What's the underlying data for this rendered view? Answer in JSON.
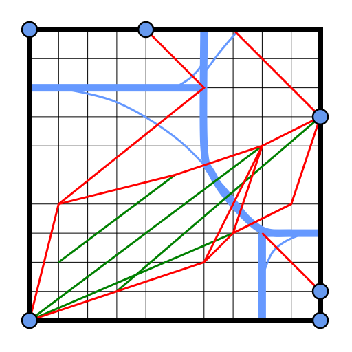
{
  "grid": {
    "divisions": 10
  },
  "colors": {
    "background": "#ffffff",
    "grid_line": "#000000",
    "frame": "#000000",
    "blue": "#6699ff",
    "red": "#ff0000",
    "green": "#008000",
    "node_fill": "#6699ee",
    "node_stroke": "#000000"
  },
  "thick_blue_paths": [
    {
      "name": "horizontal-top-left",
      "points": [
        [
          0,
          8
        ],
        [
          6,
          8
        ]
      ]
    },
    {
      "name": "vertical-center",
      "points": [
        [
          6,
          10
        ],
        [
          6,
          6
        ],
        [
          6.3,
          5
        ],
        [
          7,
          4
        ],
        [
          8,
          3.1
        ],
        [
          9,
          3
        ]
      ]
    },
    {
      "name": "horizontal-right",
      "points": [
        [
          8,
          3
        ],
        [
          10,
          3
        ]
      ]
    },
    {
      "name": "vertical-lower-right",
      "points": [
        [
          8,
          3
        ],
        [
          8,
          0
        ]
      ]
    }
  ],
  "thin_blue_arcs": [
    {
      "name": "arc-left-large",
      "points": [
        [
          1,
          8
        ],
        [
          3,
          7.5
        ],
        [
          5,
          6.3
        ],
        [
          6.5,
          4.8
        ],
        [
          7.5,
          3.6
        ],
        [
          8,
          3
        ]
      ]
    },
    {
      "name": "arc-top-1",
      "points": [
        [
          5,
          8
        ],
        [
          5.6,
          8.4
        ],
        [
          6,
          9
        ],
        [
          6,
          10
        ]
      ]
    },
    {
      "name": "arc-top-2",
      "points": [
        [
          6,
          8.5
        ],
        [
          6.6,
          9.3
        ],
        [
          7.2,
          10
        ]
      ]
    },
    {
      "name": "arc-right",
      "points": [
        [
          8,
          1.5
        ],
        [
          8.4,
          2.4
        ],
        [
          9.2,
          2.9
        ],
        [
          10,
          3
        ]
      ]
    }
  ],
  "red_polylines": [
    {
      "name": "top-edge",
      "points": [
        [
          0,
          10
        ],
        [
          4,
          10
        ],
        [
          6,
          8
        ],
        [
          1,
          4
        ],
        [
          0,
          0
        ]
      ]
    },
    {
      "name": "top-right-diag",
      "points": [
        [
          7,
          10
        ],
        [
          10,
          7
        ]
      ]
    },
    {
      "name": "inner-left-quad",
      "points": [
        [
          1,
          4
        ],
        [
          5,
          5
        ],
        [
          8,
          6
        ],
        [
          6,
          2
        ],
        [
          3,
          1
        ],
        [
          0,
          0
        ]
      ]
    },
    {
      "name": "right-fan",
      "points": [
        [
          10,
          7
        ],
        [
          9,
          4
        ],
        [
          7,
          3
        ],
        [
          6,
          2
        ]
      ]
    },
    {
      "name": "right-fan-2",
      "points": [
        [
          10,
          7
        ],
        [
          8,
          6
        ],
        [
          7,
          3
        ],
        [
          9,
          4
        ]
      ]
    },
    {
      "name": "lower-right-bend",
      "points": [
        [
          8,
          3
        ],
        [
          10,
          1
        ]
      ]
    },
    {
      "name": "bottom-right-stub",
      "points": [
        [
          10,
          1
        ],
        [
          10,
          0
        ]
      ]
    }
  ],
  "green_lines": [
    {
      "name": "green-1",
      "points": [
        [
          1,
          2
        ],
        [
          5,
          5
        ]
      ]
    },
    {
      "name": "green-2",
      "points": [
        [
          0,
          0
        ],
        [
          8,
          6
        ]
      ]
    },
    {
      "name": "green-3",
      "points": [
        [
          3,
          1
        ],
        [
          10,
          7
        ]
      ]
    },
    {
      "name": "green-4",
      "points": [
        [
          0,
          0
        ],
        [
          7,
          3
        ]
      ]
    }
  ],
  "nodes": [
    {
      "name": "node-top-left",
      "pt": [
        0,
        10
      ]
    },
    {
      "name": "node-top-mid",
      "pt": [
        4,
        10
      ]
    },
    {
      "name": "node-right",
      "pt": [
        10,
        7
      ]
    },
    {
      "name": "node-bottom-right-upper",
      "pt": [
        10,
        1
      ]
    },
    {
      "name": "node-bottom-right",
      "pt": [
        10,
        0
      ]
    },
    {
      "name": "node-bottom-left",
      "pt": [
        0,
        0
      ]
    }
  ]
}
